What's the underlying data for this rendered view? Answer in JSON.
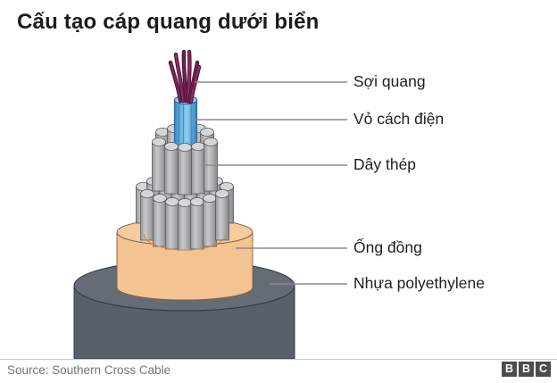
{
  "title": "Cấu tạo cáp quang dưới biển",
  "diagram": {
    "labels": [
      {
        "text": "Sợi quang"
      },
      {
        "text": "Vỏ cách điện"
      },
      {
        "text": "Dây thép"
      },
      {
        "text": "Ống đồng"
      },
      {
        "text": "Nhựa polyethylene"
      }
    ]
  },
  "footer": {
    "source": "Source: Southern Cross Cable",
    "logo": [
      "B",
      "B",
      "C"
    ]
  },
  "colors": {
    "fiber": "#8d2a64",
    "insulation_blue": "#5fb0de",
    "steel_gray": "#b3b3b5",
    "copper_orange": "#f3c392",
    "copper_top": "#f6cb9e",
    "polyethylene_dark": "#59606a",
    "polyethylene_top": "#656c76",
    "leader_line": "#8a8a8a"
  }
}
